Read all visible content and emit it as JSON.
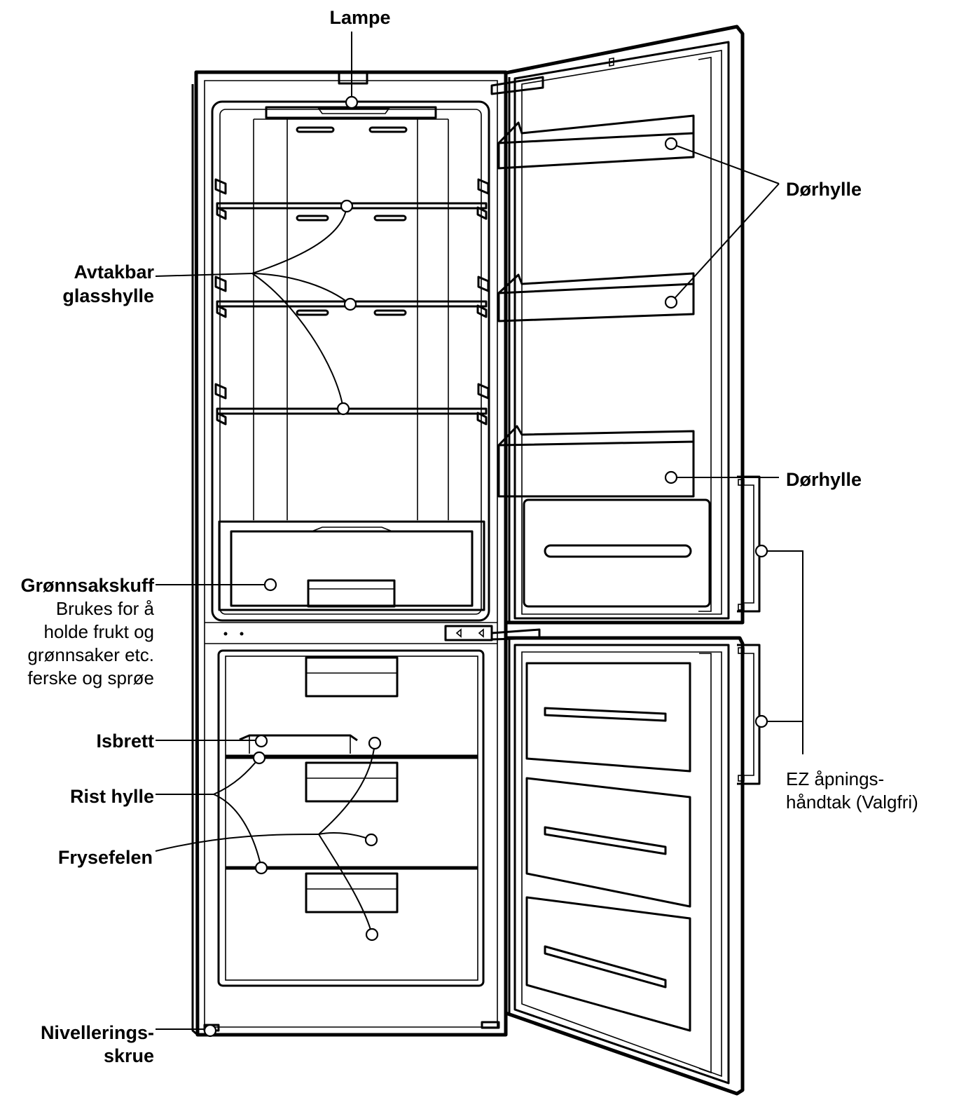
{
  "labels": {
    "lampe": "Lampe",
    "dorhylle_top": "Dørhylle",
    "dorhylle_bottom": "Dørhylle",
    "avtakbar_1": "Avtakbar",
    "avtakbar_2": "glasshylle",
    "gronnsakskuff": "Grønnsakskuff",
    "gronnsakskuff_desc_1": "Brukes for å",
    "gronnsakskuff_desc_2": "holde frukt og",
    "gronnsakskuff_desc_3": "grønnsaker etc.",
    "gronnsakskuff_desc_4": "ferske og sprøe",
    "isbrett": "Isbrett",
    "rist_hylle": "Rist hylle",
    "frysefelen": "Frysefelen",
    "nivellering_1": "Nivellerings-",
    "nivellering_2": "skrue",
    "ez_1": "EZ åpnings-",
    "ez_2": "håndtak (Valgfri)"
  }
}
